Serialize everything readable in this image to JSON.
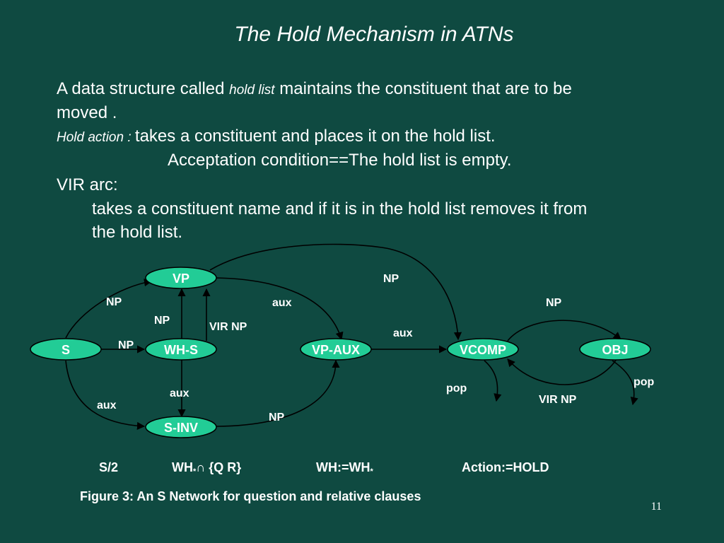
{
  "slide": {
    "title": "The Hold Mechanism in ATNs",
    "line1_pre": "A data structure called ",
    "line1_em": "hold list",
    "line1_post": " maintains the constituent that are to be",
    "line2": "moved .",
    "hold_label": "Hold action : ",
    "hold_text": "takes a constituent and places it on the hold list.",
    "accept": "Acceptation condition==The hold list is empty.",
    "vir_heading": "VIR arc:",
    "vir_text1": "takes a constituent name and if it is in the hold list removes it from",
    "vir_text2": "the hold list.",
    "page_number": "11"
  },
  "diagram": {
    "node_fill": "#22cc96",
    "nodes": {
      "vp": "VP",
      "s": "S",
      "whs": "WH-S",
      "vpaux": "VP-AUX",
      "vcomp": "VCOMP",
      "obj": "OBJ",
      "sinv": "S-INV"
    },
    "edge_labels": {
      "s_vp": "NP",
      "s_whs": "NP",
      "whs_vp": "NP",
      "vir": "VIR NP",
      "vp_vpaux": "aux",
      "vp_vcomp": "NP",
      "vpaux_vcomp": "aux",
      "vcomp_obj": "NP",
      "obj_vcomp": "VIR NP",
      "vcomp_pop": "pop",
      "obj_pop": "pop",
      "whs_sinv": "aux",
      "s_sinv": "aux",
      "sinv_vpaux": "NP"
    },
    "conditions": {
      "s2": "S/2",
      "wh_pre": "WH",
      "wh_post": "∩ {Q R}",
      "wh_assign": "WH:=WH",
      "star": "*",
      "action": "Action:=HOLD"
    },
    "caption": "Figure 3: An S Network for question and relative clauses"
  }
}
